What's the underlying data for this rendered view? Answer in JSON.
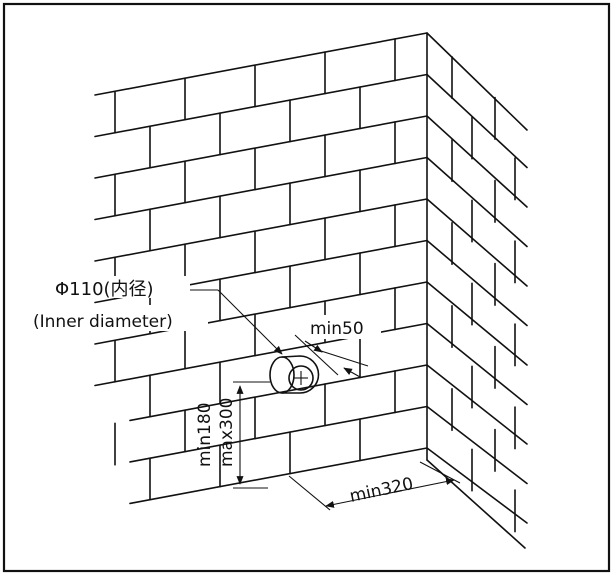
{
  "diagram": {
    "labels": {
      "hole_diameter": "Φ110(内径)",
      "inner_diameter": "(Inner diameter)",
      "min_gap_side": "min50",
      "min_height": "min180",
      "max_height": "max300",
      "min_corner_distance": "min320"
    },
    "icons": {
      "hole": "circle-plus-icon"
    }
  }
}
